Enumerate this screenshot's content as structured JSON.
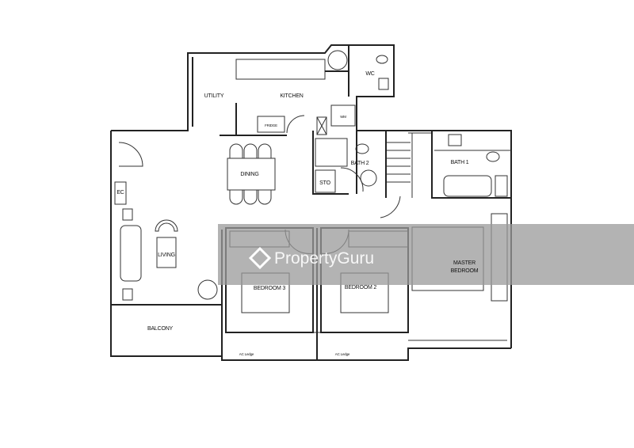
{
  "floorplan": {
    "rooms": {
      "utility": "UTILITY",
      "kitchen": "KITCHEN",
      "fridge": "FRIDGE",
      "wm": "WM",
      "wc": "WC",
      "dining": "DINING",
      "bath2": "BATH 2",
      "sto": "STO",
      "bath1": "BATH 1",
      "ec": "EC",
      "living": "LIVING",
      "bedroom3": "BEDROOM 3",
      "bedroom2": "BEDROOM 2",
      "master_line1": "MASTER",
      "master_line2": "BEDROOM",
      "balcony": "BALCONY",
      "ac_ledge_1": "AC Ledge",
      "ac_ledge_2": "AC Ledge"
    },
    "watermark": "PropertyGuru",
    "colors": {
      "band": "#9a9a9a",
      "wall": "#222222"
    }
  }
}
